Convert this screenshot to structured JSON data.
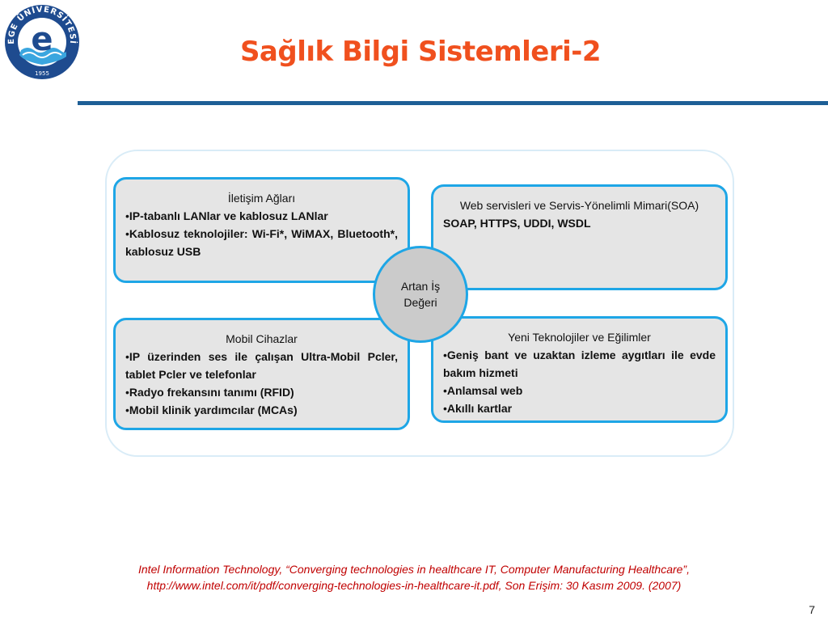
{
  "logo": {
    "ring_text": "EGE ÜNİVERSİTESİ",
    "year": "1955",
    "letter": "e",
    "colors": {
      "ring": "#1e4b8f",
      "inner": "#ffffff",
      "waves": "#3aa6df"
    }
  },
  "title": "Sağlık Bilgi Sistemleri-2",
  "diagram": {
    "center": [
      "Artan İş",
      "Değeri"
    ],
    "top_left": {
      "heading": "İletişim Ağları",
      "lines": [
        {
          "bullet": "•",
          "text": "IP-tabanlı LANlar ve kablosuz LANlar"
        },
        {
          "bullet": "•",
          "text": "Kablosuz teknolojiler: Wi-Fi*, WiMAX, Bluetooth*, kablosuz USB"
        }
      ]
    },
    "top_right": {
      "heading": "Web servisleri ve Servis-Yönelimli Mimari(SOA)",
      "lines": [
        {
          "bullet": "",
          "text": "SOAP, HTTPS, UDDI, WSDL"
        }
      ]
    },
    "bottom_left": {
      "heading": "Mobil Cihazlar",
      "lines": [
        {
          "bullet": "•",
          "text": "IP üzerinden ses ile  çalışan Ultra-Mobil Pcler, tablet Pcler ve telefonlar"
        },
        {
          "bullet": "•",
          "text": "Radyo frekansını  tanımı (RFID)"
        },
        {
          "bullet": "•",
          "text": "Mobil klinik yardımcılar (MCAs)"
        }
      ]
    },
    "bottom_right": {
      "heading": "Yeni Teknolojiler ve Eğilimler",
      "lines": [
        {
          "bullet": "•",
          "text": "Geniş bant ve uzaktan izleme aygıtları ile evde bakım hizmeti"
        },
        {
          "bullet": "•",
          "text": "Anlamsal web"
        },
        {
          "bullet": "•",
          "text": "Akıllı kartlar"
        }
      ]
    }
  },
  "reference": {
    "line1": "Intel Information Technology, “Converging technologies in healthcare IT, Computer Manufacturing Healthcare”,",
    "line2": "http://www.intel.com/it/pdf/converging-technologies-in-healthcare-it.pdf, Son Erişim: 30 Kasım 2009. (2007)"
  },
  "page_number": "7",
  "colors": {
    "title": "#f0501e",
    "rule": "#1e5f96",
    "box_border": "#1ea6e6",
    "box_fill": "#e5e5e5",
    "reference": "#c00000"
  }
}
